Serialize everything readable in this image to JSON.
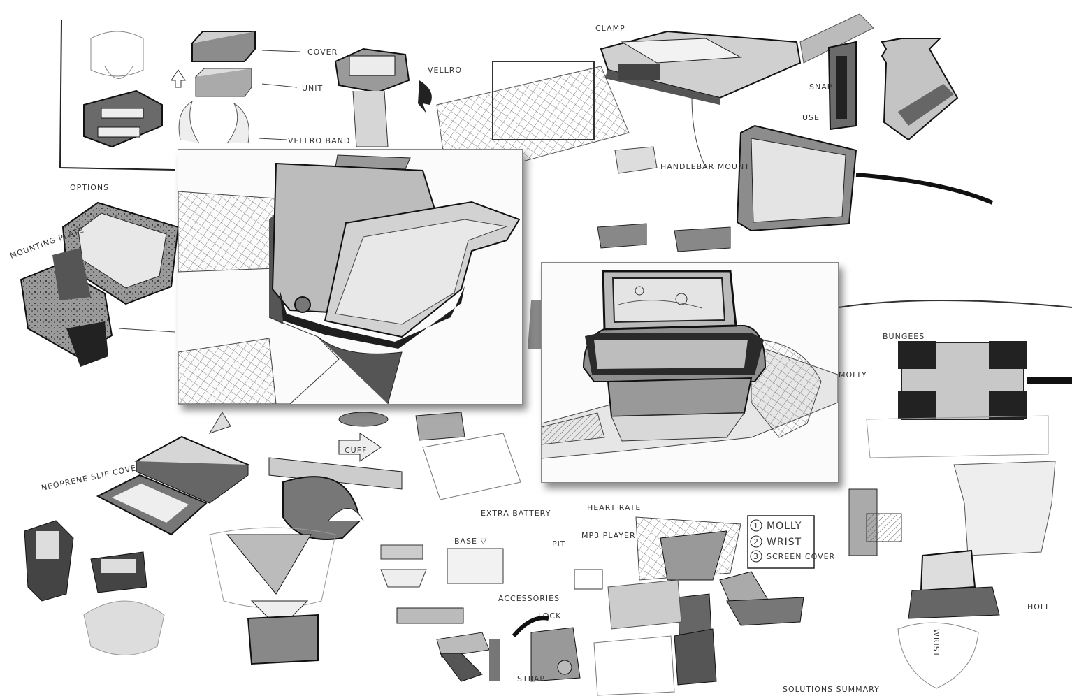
{
  "sheet": {
    "labels": {
      "cover": "COVER",
      "unit": "UNIT",
      "velcro": "VELLRO",
      "velcro_band": "VELLRO BAND",
      "clamp": "CLAMP",
      "options": "OPTIONS",
      "mounting_plate": "MOUNTING PLATE",
      "neoprene": "NEOPRENE SLIP COVER",
      "cuff": "CUFF",
      "base": "BASE ▽",
      "accessories": "ACCESSORIES",
      "lock": "LOCK",
      "strap": "STRAP",
      "heart_rate": "HEART RATE",
      "mp3": "MP3 PLAYER",
      "extra_battery": "EXTRA BATTERY",
      "pit": "PIT",
      "snap": "SNAP",
      "use": "USE",
      "bungees": "BUNGEES",
      "molly_small": "MOLLY",
      "holl": "HOLL",
      "wrist_vertical": "WRIST",
      "solutions": "SOLUTIONS SUMMARY",
      "handlebar_mount": "HANDLEBAR MOUNT"
    },
    "solution_list": [
      {
        "num": "1",
        "label": "MOLLY"
      },
      {
        "num": "2",
        "label": "WRIST"
      },
      {
        "num": "3",
        "label": "SCREEN COVER"
      }
    ]
  },
  "colors": {
    "ink": "#2a2a2a",
    "shade_dark": "#3a3a3a",
    "shade_mid": "#8a8a8a",
    "shade_light": "#c8c8c8",
    "paper": "#ffffff"
  }
}
